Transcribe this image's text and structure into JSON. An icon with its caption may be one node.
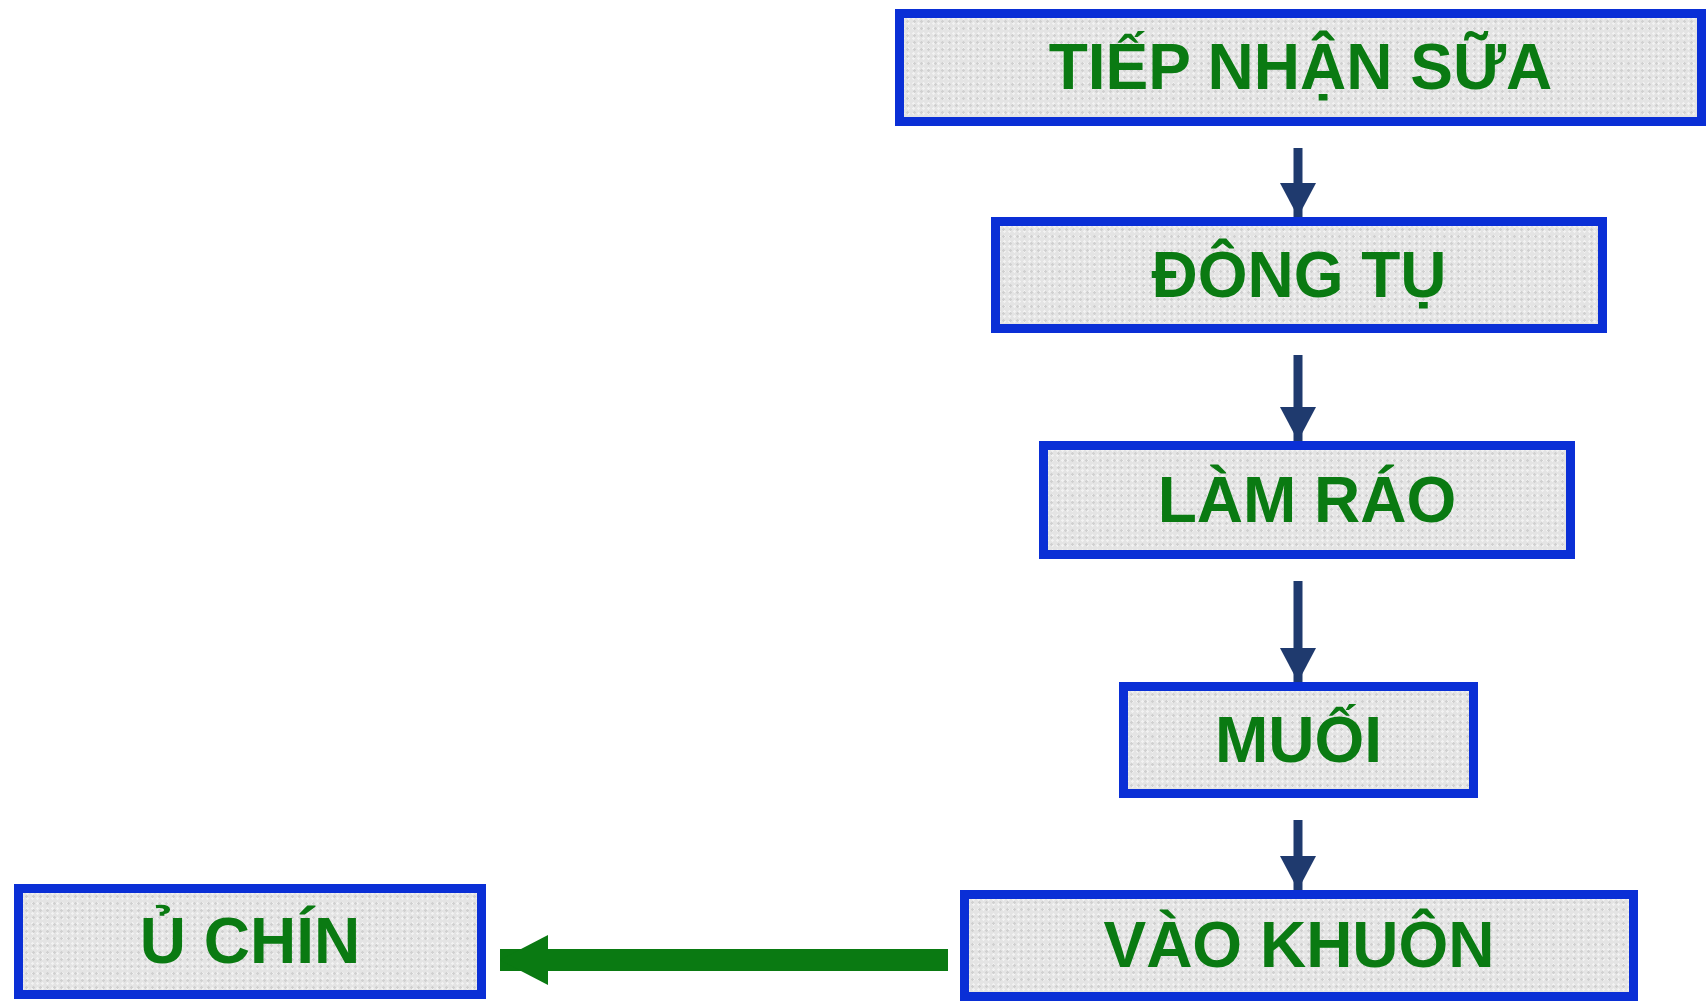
{
  "diagram": {
    "nodes": [
      {
        "text": [
          "TIẾP NHẬN SỮA"
        ]
      },
      {
        "text": [
          "ĐÔNG TỤ"
        ]
      },
      {
        "text": [
          "LÀM RÁO"
        ]
      },
      {
        "text": [
          "MUỐI"
        ]
      },
      {
        "text": [
          "VÀO KHUÔN"
        ]
      },
      {
        "text": [
          "Ủ CHÍN"
        ]
      }
    ],
    "edges": [
      {
        "from": 0,
        "to": 1,
        "arrow": "to"
      },
      {
        "from": 1,
        "to": 2,
        "arrow": "to"
      },
      {
        "from": 2,
        "to": 3,
        "arrow": "to"
      },
      {
        "from": 3,
        "to": 4,
        "arrow": "to"
      },
      {
        "from": 4,
        "to": 5,
        "arrow": "to",
        "style": "thick",
        "color": "#0a7a12"
      }
    ]
  }
}
